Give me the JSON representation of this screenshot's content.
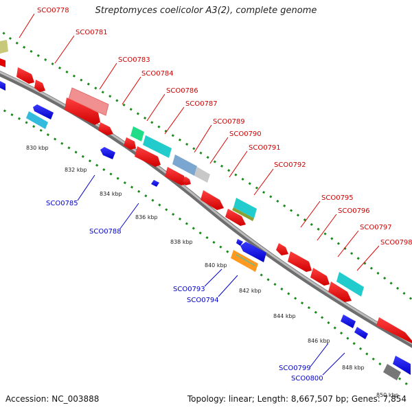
{
  "header": {
    "title": "Streptomyces coelicolor A3(2), complete genome"
  },
  "footer": {
    "accession": "Accession: NC_003888",
    "summary": "Topology: linear; Length: 8,667,507 bp; Genes: 7,854"
  },
  "map": {
    "backbone_color": "#8a8a8a",
    "dot_color": "#1a8a1a",
    "tick_labels": [
      "830 kbp",
      "832 kbp",
      "834 kbp",
      "836 kbp",
      "838 kbp",
      "840 kbp",
      "842 kbp",
      "844 kbp",
      "846 kbp",
      "848 kbp",
      "850 kbp"
    ],
    "forward_gene_labels": [
      "SCO0778",
      "SCO0781",
      "SCO0783",
      "SCO0784",
      "SCO0786",
      "SCO0787",
      "SCO0789",
      "SCO0790",
      "SCO0791",
      "SCO0792",
      "SCO0795",
      "SCO0796",
      "SCO0797",
      "SCO0798"
    ],
    "reverse_gene_labels": [
      "SCO0785",
      "SCO0788",
      "SCO0793",
      "SCO0794",
      "SCO0799",
      "SCO0800"
    ],
    "forward_label_color": "#cc0000",
    "reverse_label_color": "#0000cc"
  }
}
